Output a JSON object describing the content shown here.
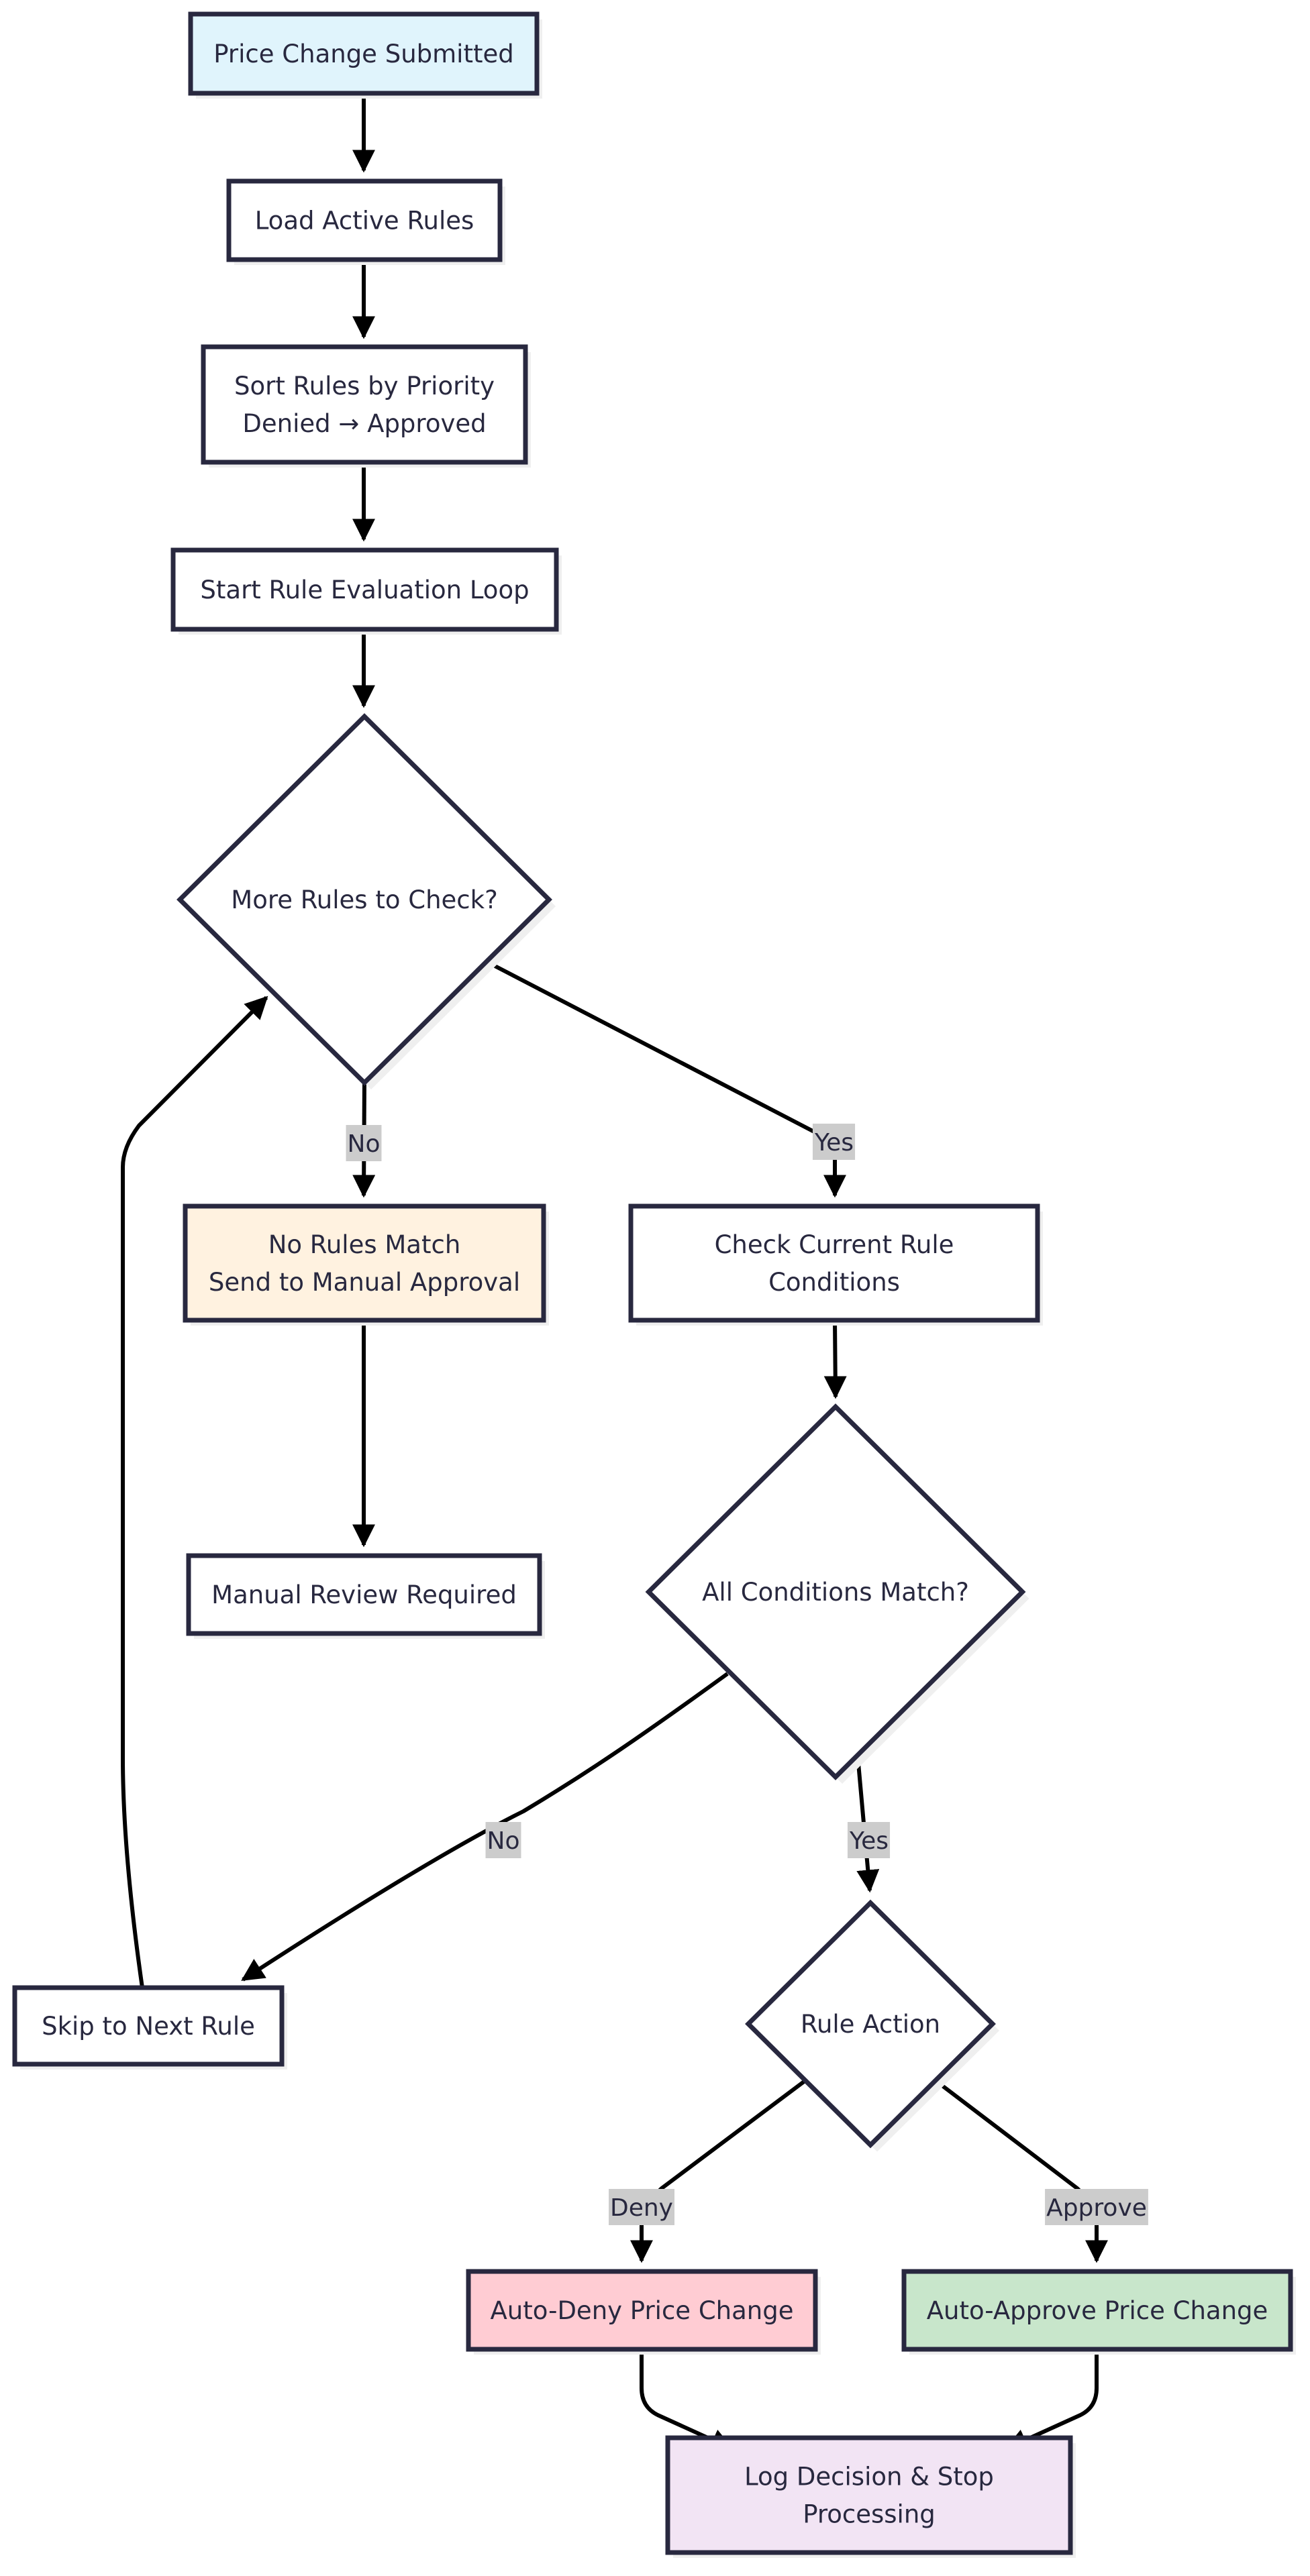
{
  "diagram": {
    "type": "flowchart",
    "colors": {
      "start": "#e0f4fc",
      "default": "#ffffff",
      "manual": "#fff2e0",
      "deny": "#ffccd3",
      "approve": "#c8e6cb",
      "log": "#f2e4f4",
      "border": "#28283f",
      "edge": "#000000",
      "label_bg": "#cccccc"
    },
    "nodes": {
      "price_change_submitted": {
        "lines": [
          "Price Change Submitted"
        ]
      },
      "load_active_rules": {
        "lines": [
          "Load Active Rules"
        ]
      },
      "sort_rules": {
        "lines": [
          "Sort Rules by Priority",
          "Denied → Approved"
        ]
      },
      "start_loop": {
        "lines": [
          "Start Rule Evaluation Loop"
        ]
      },
      "more_rules": {
        "lines": [
          "More Rules to Check?"
        ]
      },
      "no_rules_match": {
        "lines": [
          "No Rules Match",
          "Send to Manual Approval"
        ]
      },
      "manual_review": {
        "lines": [
          "Manual Review Required"
        ]
      },
      "check_conditions": {
        "lines": [
          "Check Current Rule",
          "Conditions"
        ]
      },
      "all_conditions": {
        "lines": [
          "All Conditions Match?"
        ]
      },
      "skip_next": {
        "lines": [
          "Skip to Next Rule"
        ]
      },
      "rule_action": {
        "lines": [
          "Rule Action"
        ]
      },
      "auto_deny": {
        "lines": [
          "Auto-Deny Price Change"
        ]
      },
      "auto_approve": {
        "lines": [
          "Auto-Approve Price Change"
        ]
      },
      "log_decision": {
        "lines": [
          "Log Decision & Stop",
          "Processing"
        ]
      }
    },
    "edges": [
      {
        "from": "price_change_submitted",
        "to": "load_active_rules",
        "label": ""
      },
      {
        "from": "load_active_rules",
        "to": "sort_rules",
        "label": ""
      },
      {
        "from": "sort_rules",
        "to": "start_loop",
        "label": ""
      },
      {
        "from": "start_loop",
        "to": "more_rules",
        "label": ""
      },
      {
        "from": "more_rules",
        "to": "no_rules_match",
        "label": "No"
      },
      {
        "from": "more_rules",
        "to": "check_conditions",
        "label": "Yes"
      },
      {
        "from": "no_rules_match",
        "to": "manual_review",
        "label": ""
      },
      {
        "from": "check_conditions",
        "to": "all_conditions",
        "label": ""
      },
      {
        "from": "all_conditions",
        "to": "skip_next",
        "label": "No"
      },
      {
        "from": "all_conditions",
        "to": "rule_action",
        "label": "Yes"
      },
      {
        "from": "skip_next",
        "to": "more_rules",
        "label": ""
      },
      {
        "from": "rule_action",
        "to": "auto_deny",
        "label": "Deny"
      },
      {
        "from": "rule_action",
        "to": "auto_approve",
        "label": "Approve"
      },
      {
        "from": "auto_deny",
        "to": "log_decision",
        "label": ""
      },
      {
        "from": "auto_approve",
        "to": "log_decision",
        "label": ""
      }
    ]
  }
}
